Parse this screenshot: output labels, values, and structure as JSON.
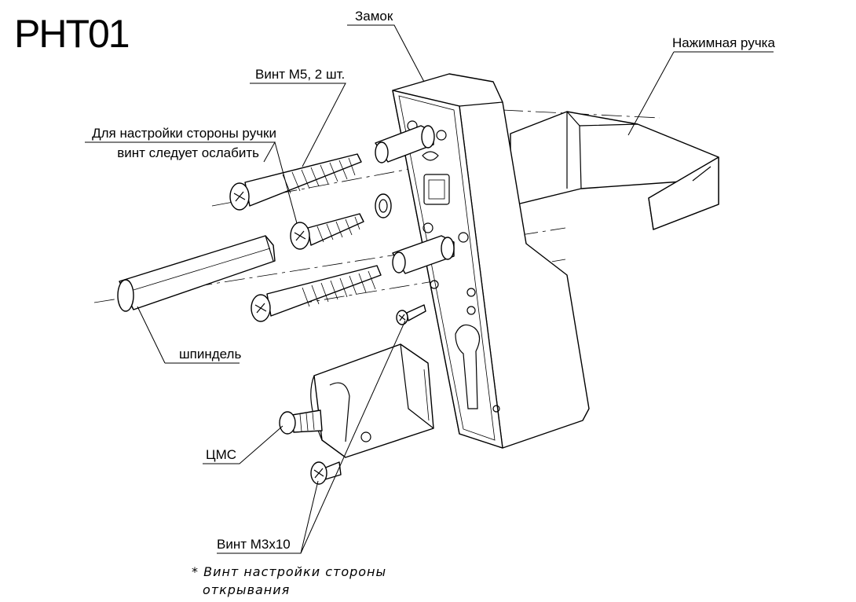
{
  "title": "PHT01",
  "labels": {
    "lock": "Замок",
    "handle": "Нажимная ручка",
    "screw_m5": "Винт М5, 2 шт.",
    "adjust_line1": "Для настройки стороны ручки",
    "adjust_line2": "винт следует ослабить",
    "spindle": "шпиндель",
    "cylinder": "ЦМС",
    "screw_m3": "Винт М3х10"
  },
  "note": {
    "line1": "* Винт настройки стороны",
    "line2": "открывания"
  }
}
